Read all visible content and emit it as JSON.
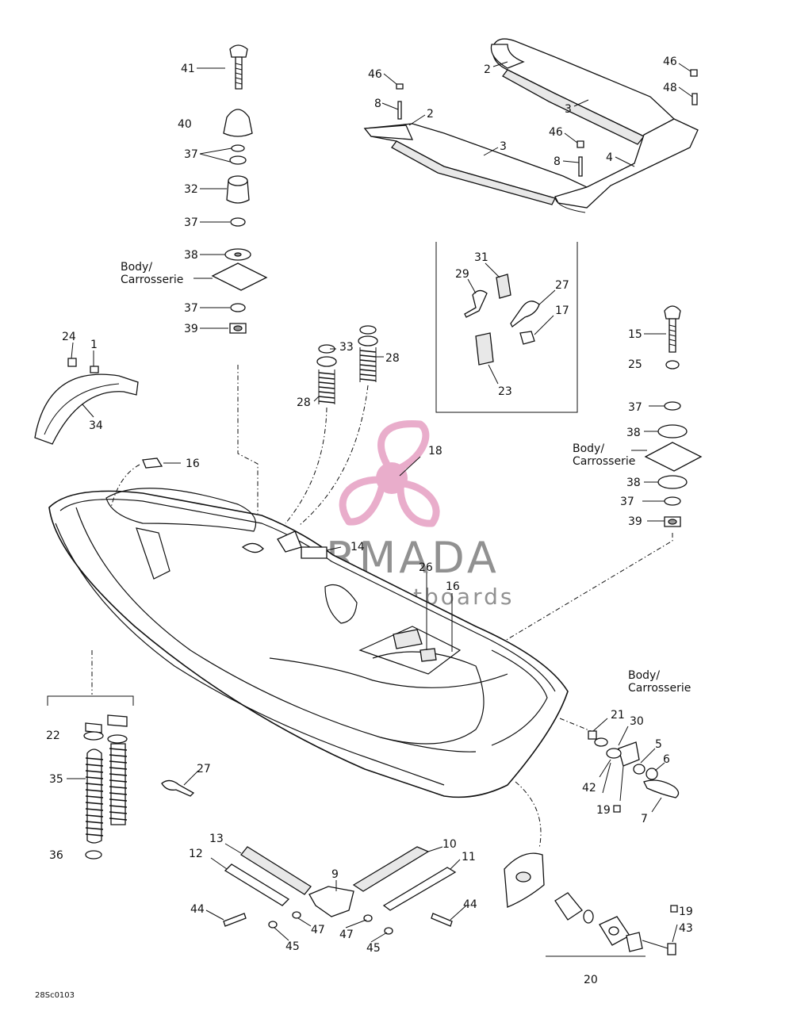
{
  "diagram": {
    "figure_code": "28Sc0103",
    "body_label_line1": "Body/",
    "body_label_line2": "Carrosserie",
    "watermark": {
      "brand": "ARMADA",
      "tagline": "marine outboards",
      "colors": {
        "logo_pink": "#e8a9c9",
        "text_gray": "#8c8c8c"
      }
    },
    "callouts": {
      "n41": "41",
      "n40": "40",
      "n37a": "37",
      "n32": "32",
      "n37b": "37",
      "n38a": "38",
      "n37c": "37",
      "n39a": "39",
      "n46a": "46",
      "n8a": "8",
      "n2a": "2",
      "n2b": "2",
      "n3a": "3",
      "n3b": "3",
      "n46b": "46",
      "n48": "48",
      "n46c": "46",
      "n8b": "8",
      "n4": "4",
      "n31": "31",
      "n29": "29",
      "n27a": "27",
      "n17": "17",
      "n23": "23",
      "n15": "15",
      "n25": "25",
      "n37d": "37",
      "n38b": "38",
      "n38c": "38",
      "n37e": "37",
      "n39b": "39",
      "n24": "24",
      "n1": "1",
      "n34": "34",
      "n33": "33",
      "n28a": "28",
      "n28b": "28",
      "n18": "18",
      "n16a": "16",
      "n14": "14",
      "n26": "26",
      "n16b": "16",
      "n22": "22",
      "n35": "35",
      "n36": "36",
      "n27b": "27",
      "n21": "21",
      "n30": "30",
      "n5": "5",
      "n6": "6",
      "n42": "42",
      "n19a": "19",
      "n7": "7",
      "n13": "13",
      "n12": "12",
      "n10": "10",
      "n11": "11",
      "n9": "9",
      "n44a": "44",
      "n44b": "44",
      "n47a": "47",
      "n47b": "47",
      "n45a": "45",
      "n45b": "45",
      "n19b": "19",
      "n43": "43",
      "n20": "20"
    }
  }
}
